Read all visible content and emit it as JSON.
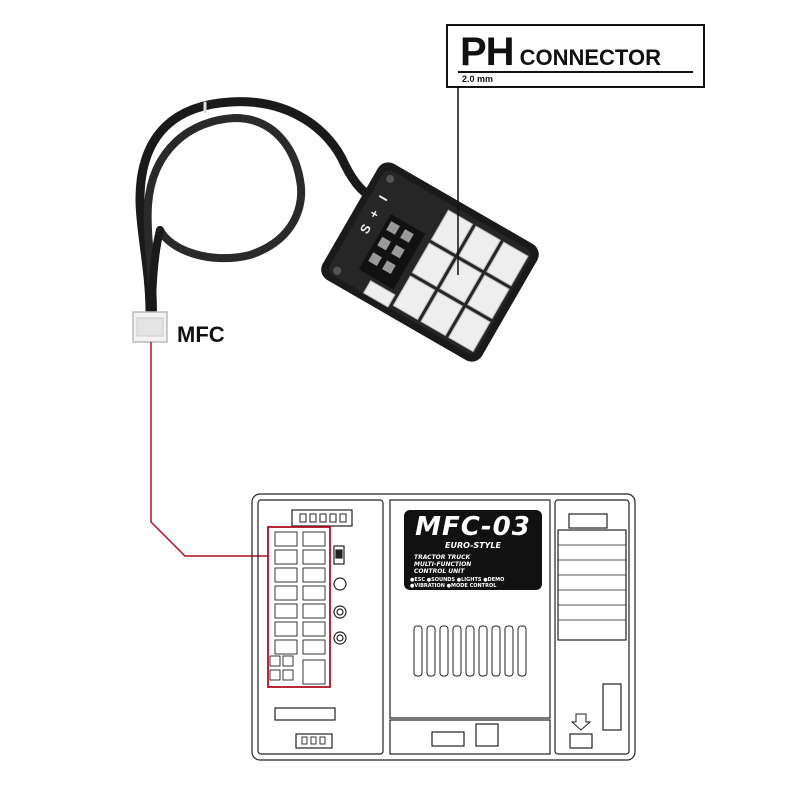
{
  "ph_label": {
    "title_big": "PH",
    "title_small": "CONNECTOR",
    "size": "2.0 mm"
  },
  "mfc_label": "MFC",
  "hub_labels": [
    "I",
    "+",
    "S"
  ],
  "unit_brand": {
    "model": "MFC-03",
    "subtitle": "EURO-STYLE",
    "description": [
      "TRACTOR TRUCK",
      "MULTI-FUNCTION",
      "CONTROL UNIT"
    ],
    "features": [
      "●ESC ●SOUNDS ●LIGHTS ●DEMO",
      "●VIBRATION ●MODE CONTROL"
    ]
  },
  "colors": {
    "wire_red": "#b01020",
    "hub_body": "#1a1a1a",
    "socket_fill": "#eeeeee",
    "highlight_box": "#b01020"
  }
}
